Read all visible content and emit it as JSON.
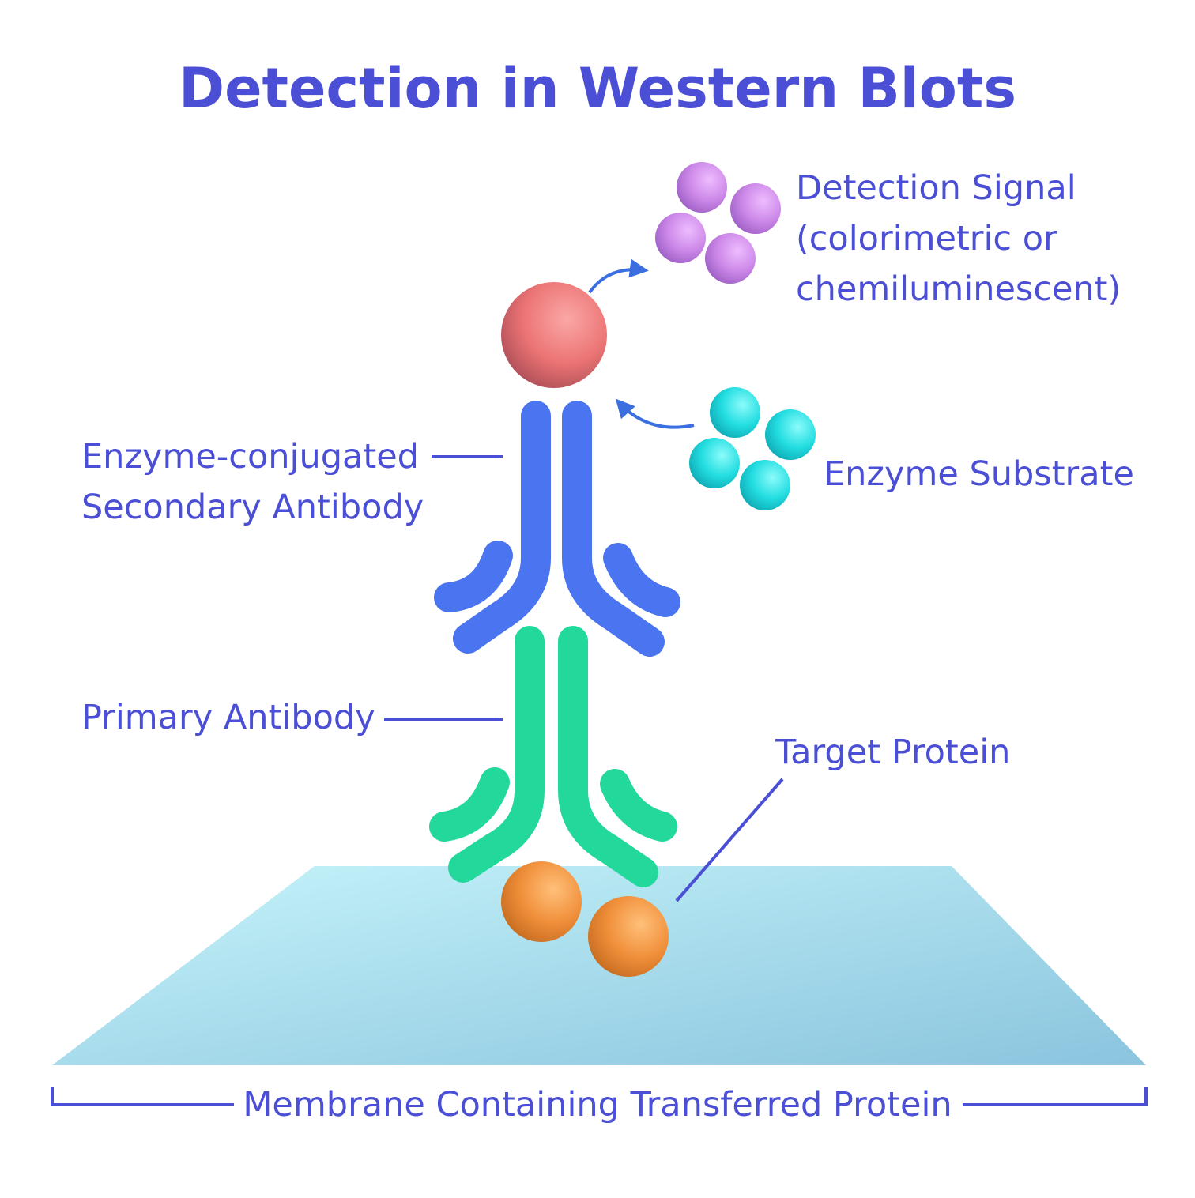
{
  "title": "Detection in Western Blots",
  "labels": {
    "detection_signal": [
      "Detection Signal",
      "(colorimetric or",
      "chemiluminescent)"
    ],
    "enzyme_substrate": "Enzyme Substrate",
    "secondary_antibody": [
      "Enzyme-conjugated",
      "Secondary Antibody"
    ],
    "primary_antibody": "Primary Antibody",
    "target_protein": "Target Protein",
    "membrane": "Membrane Containing Transferred Protein"
  },
  "colors": {
    "text": "#4a4fd6",
    "leader_line": "#4a4fd6",
    "arrow": "#3b6fe0",
    "enzyme": "#ec7474",
    "signal_particle": "#cc88e8",
    "substrate_particle": "#22dde0",
    "secondary_antibody": "#4a74f0",
    "primary_antibody": "#22d89a",
    "target_protein": "#f08f3a",
    "membrane": "#a8e2ee"
  }
}
